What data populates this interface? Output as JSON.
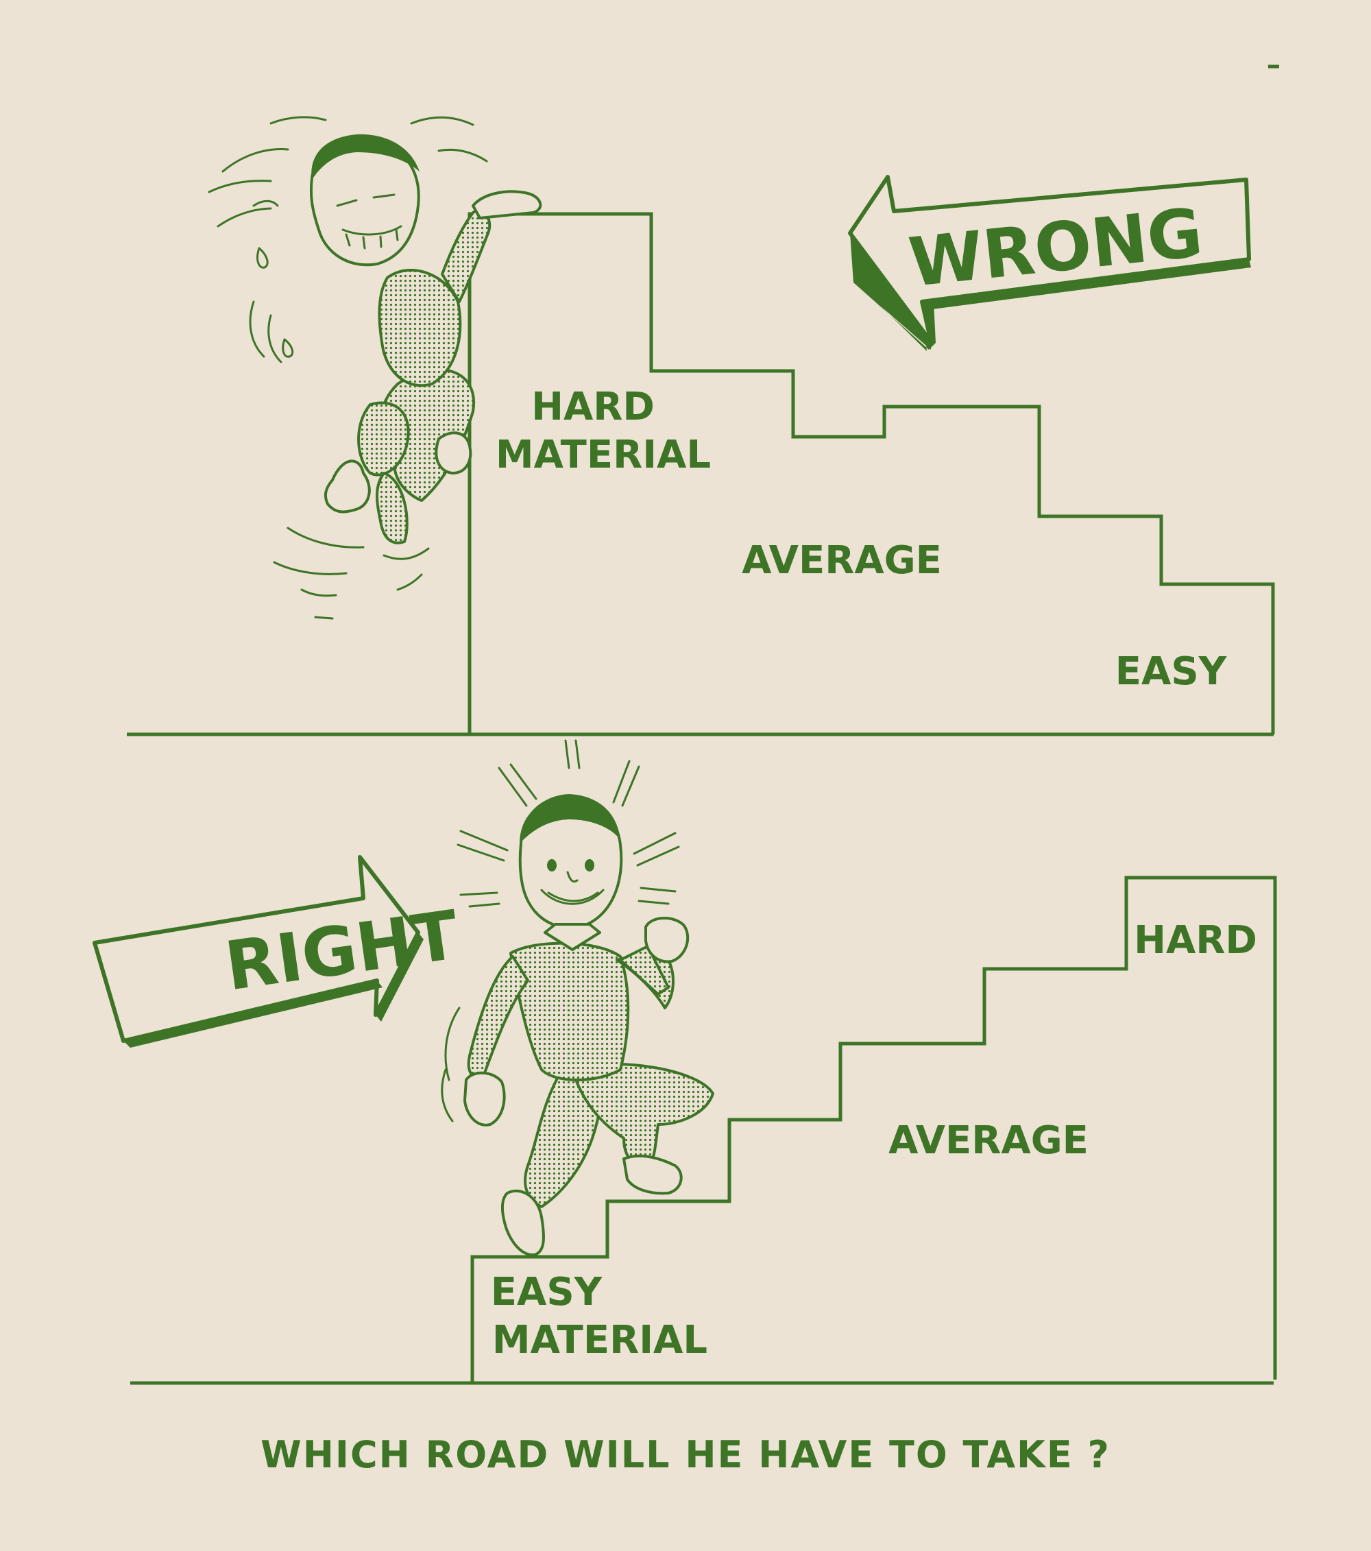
{
  "top_panel": {
    "arrow_label": "WRONG",
    "step_labels": [
      "HARD",
      "MATERIAL",
      "AVERAGE",
      "EASY"
    ]
  },
  "bottom_panel": {
    "arrow_label": "RIGHT",
    "step_labels": [
      "HARD",
      "AVERAGE",
      "EASY",
      "MATERIAL"
    ]
  },
  "caption": "WHICH ROAD WILL HE HAVE TO TAKE ?",
  "colors": {
    "ink": "#3d7426",
    "paper": "#ece3d5"
  }
}
